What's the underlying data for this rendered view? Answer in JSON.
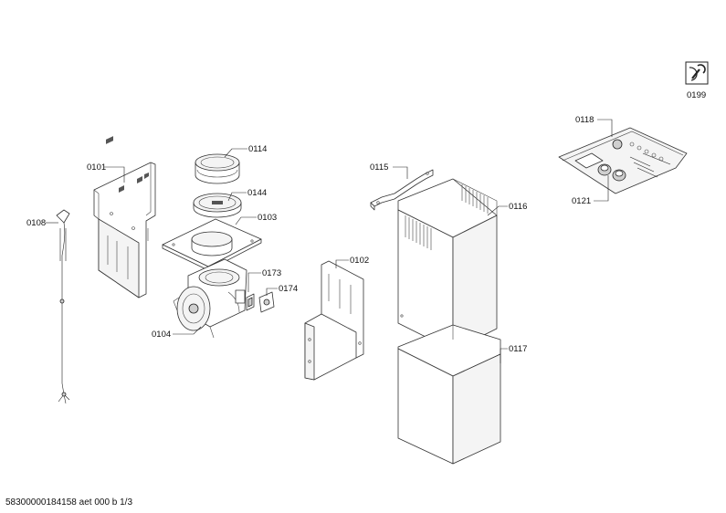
{
  "parts": [
    {
      "id": "p0101",
      "number": "0101"
    },
    {
      "id": "p0114",
      "number": "0114"
    },
    {
      "id": "p0144",
      "number": "0144"
    },
    {
      "id": "p0103",
      "number": "0103"
    },
    {
      "id": "p0108",
      "number": "0108"
    },
    {
      "id": "p0173",
      "number": "0173"
    },
    {
      "id": "p0174",
      "number": "0174"
    },
    {
      "id": "p0104",
      "number": "0104"
    },
    {
      "id": "p0102",
      "number": "0102"
    },
    {
      "id": "p0115",
      "number": "0115"
    },
    {
      "id": "p0116",
      "number": "0116"
    },
    {
      "id": "p0117",
      "number": "0117"
    },
    {
      "id": "p0118",
      "number": "0118"
    },
    {
      "id": "p0121",
      "number": "0121"
    },
    {
      "id": "p0199",
      "number": "0199"
    }
  ],
  "footer": {
    "document_id": "58300000184158 aet 000 b 1/3"
  },
  "icons": {
    "service": "wrench-service-icon"
  },
  "colors": {
    "line": "#333333",
    "background": "#ffffff"
  }
}
